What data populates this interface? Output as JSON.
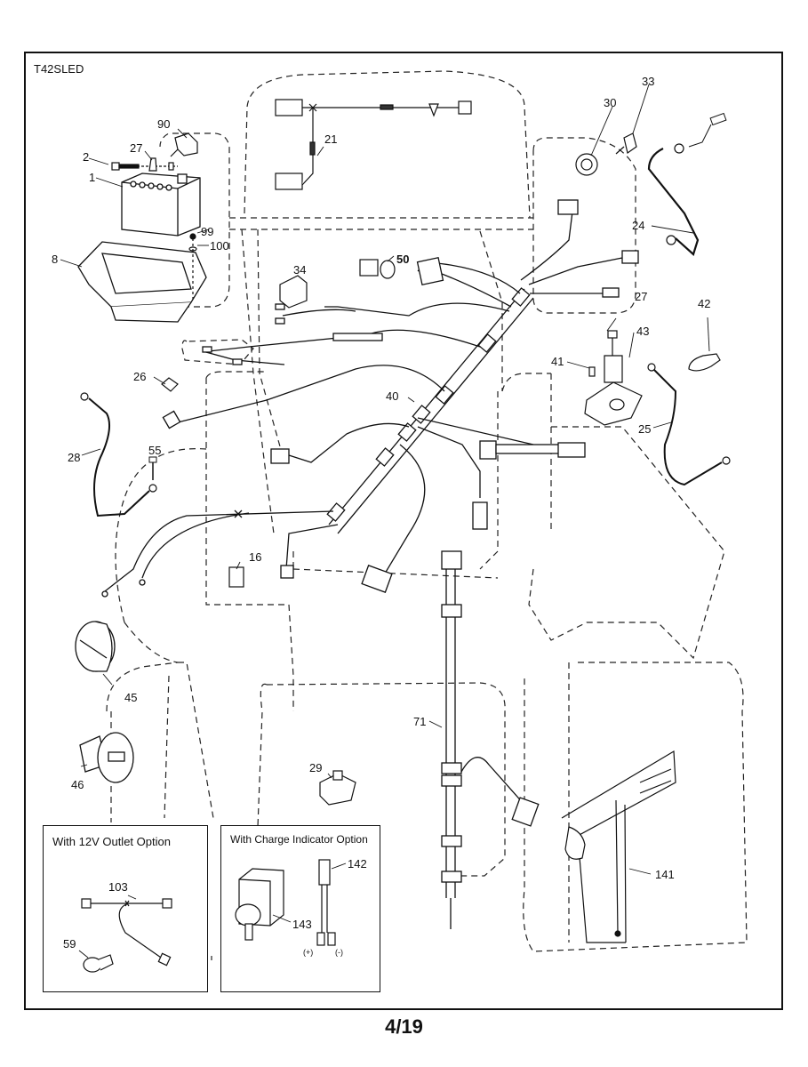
{
  "model_code": "T42SLED",
  "page_number": "4/19",
  "part_labels": [
    {
      "id": "p90",
      "text": "90"
    },
    {
      "id": "p2",
      "text": "2"
    },
    {
      "id": "p27a",
      "text": "27"
    },
    {
      "id": "p1",
      "text": "1"
    },
    {
      "id": "p99",
      "text": "99"
    },
    {
      "id": "p100",
      "text": "100"
    },
    {
      "id": "p8",
      "text": "8"
    },
    {
      "id": "p21",
      "text": "21"
    },
    {
      "id": "p30",
      "text": "30"
    },
    {
      "id": "p33",
      "text": "33"
    },
    {
      "id": "p24",
      "text": "24"
    },
    {
      "id": "p50",
      "text": "50"
    },
    {
      "id": "p34",
      "text": "34"
    },
    {
      "id": "p27b",
      "text": "27"
    },
    {
      "id": "p42",
      "text": "42"
    },
    {
      "id": "p43",
      "text": "43"
    },
    {
      "id": "p41",
      "text": "41"
    },
    {
      "id": "p26",
      "text": "26"
    },
    {
      "id": "p40",
      "text": "40"
    },
    {
      "id": "p25",
      "text": "25"
    },
    {
      "id": "p28",
      "text": "28"
    },
    {
      "id": "p55",
      "text": "55"
    },
    {
      "id": "p16",
      "text": "16"
    },
    {
      "id": "p45",
      "text": "45"
    },
    {
      "id": "p46",
      "text": "46"
    },
    {
      "id": "p71",
      "text": "71"
    },
    {
      "id": "p29",
      "text": "29"
    },
    {
      "id": "p141",
      "text": "141"
    }
  ],
  "option_boxes": {
    "outlet": {
      "title": "With 12V Outlet Option",
      "labels": {
        "harness": "103",
        "outlet": "59"
      }
    },
    "charge": {
      "title": "With Charge Indicator Option",
      "labels": {
        "harness": "142",
        "indicator": "143",
        "plus": "(+)",
        "minus": "(-)"
      }
    }
  }
}
